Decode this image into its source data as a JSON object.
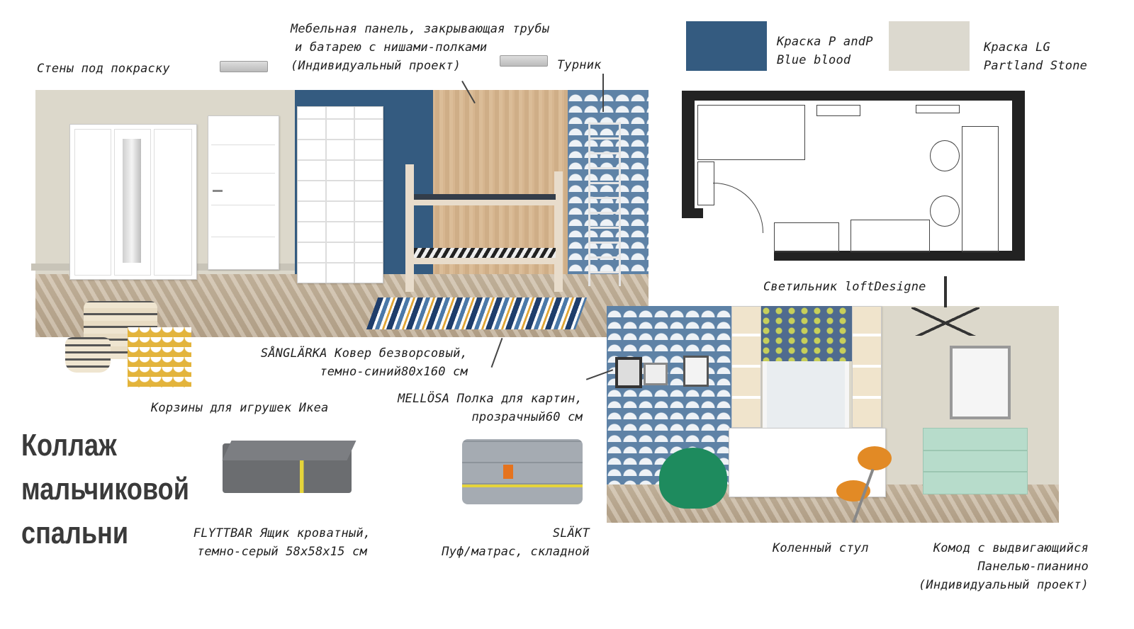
{
  "title": [
    "Коллаж",
    "мальчиковой",
    "спальни"
  ],
  "labels": {
    "walls": "Стены под покраску",
    "furniture_panel": [
      "Мебельная панель, закрывающая трубы",
      "и батарею с нишами-полками",
      "(Индивидуальный проект)"
    ],
    "bar": "Турник",
    "rug": [
      "SÅNGLÄRKA  Ковер безворсовый,",
      "темно-синий80х160 см"
    ],
    "baskets": "Корзины для игрушек Икеа",
    "shelf": [
      "MELLÖSA Полка для картин,",
      "прозрачный60 см"
    ],
    "box": [
      "FLYTTBAR  Ящик кроватный,",
      "темно-серый 58х58х15 см"
    ],
    "pouf": [
      "SLÄKT",
      "Пуф/матрас, складной"
    ],
    "lamp": "Светильник loftDesigne",
    "chair": "Коленный стул",
    "dresser": [
      "Комод с выдвигающийся",
      "Панелью-пианино",
      "(Индивидуальный проект)"
    ]
  },
  "swatches": [
    {
      "name": [
        "Краска P andP",
        "Blue blood"
      ],
      "color": "#345b80"
    },
    {
      "name": [
        "Краска LG",
        "Partland Stone"
      ],
      "color": "#dcd9cf"
    }
  ]
}
